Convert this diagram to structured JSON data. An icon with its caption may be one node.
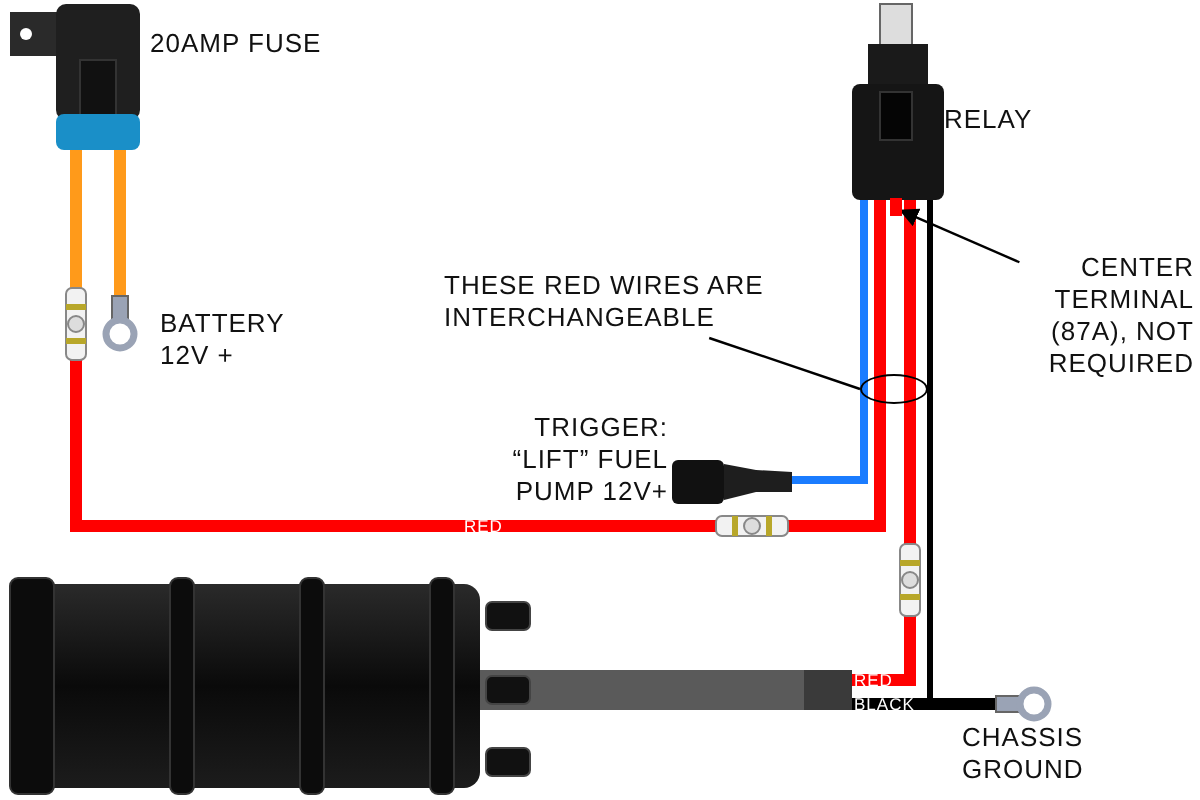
{
  "diagram": {
    "nodes": [
      {
        "text": [
          "THESE RED WIRES ARE INTERCHANGEABLE"
        ]
      },
      {
        "text": [],
        "shape": "circle"
      },
      {
        "text": [
          "CENTER TERMINAL (87A), NOT REQUIRED"
        ]
      },
      {
        "text": [],
        "shape": "bar"
      }
    ],
    "edges": [
      {
        "from": 0,
        "to": 1,
        "arrow": "none"
      },
      {
        "from": 2,
        "to": 3,
        "arrow": "to"
      }
    ],
    "labels": [
      "20AMP FUSE",
      "RELAY",
      "BATTERY 12V +",
      "TRIGGER: “LIFT” FUEL PUMP 12V+",
      "RED",
      "RED",
      "BLACK",
      "CHASSIS GROUND"
    ]
  }
}
